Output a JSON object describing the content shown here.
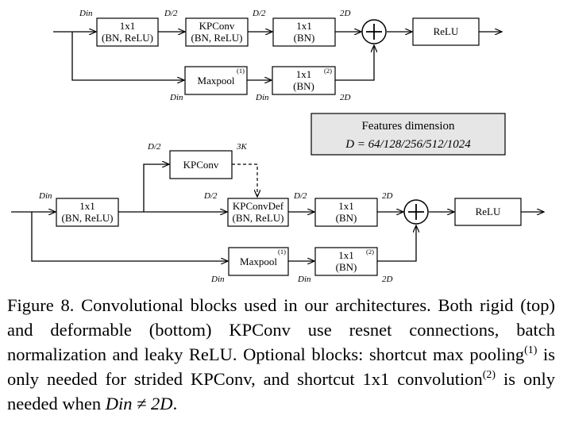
{
  "top": {
    "labels": {
      "d_in": "Din",
      "d_half_1": "D/2",
      "d_half_2": "D/2",
      "two_d": "2D",
      "d_in_short": "Din",
      "d_in_short2": "Din",
      "two_d_short": "2D"
    },
    "blocks": {
      "conv1_l1": "1x1",
      "conv1_l2": "(BN, ReLU)",
      "kpconv_l1": "KPConv",
      "kpconv_l2": "(BN, ReLU)",
      "conv2_l1": "1x1",
      "conv2_l2": "(BN)",
      "relu": "ReLU",
      "maxpool": "Maxpool",
      "maxpool_mark": "(1)",
      "sc_l1": "1x1",
      "sc_l2": "(BN)",
      "sc_mark": "(2)"
    }
  },
  "info": {
    "title": "Features dimension",
    "formula": "D = 64/128/256/512/1024"
  },
  "bottom": {
    "labels": {
      "d_in": "Din",
      "d_half_1": "D/2",
      "three_k": "3K",
      "d_half_2": "D/2",
      "d_half_3": "D/2",
      "two_d": "2D",
      "d_in_short": "Din",
      "d_in_short2": "Din",
      "two_d_short": "2D"
    },
    "blocks": {
      "conv1_l1": "1x1",
      "conv1_l2": "(BN, ReLU)",
      "kpconv": "KPConv",
      "kpdef_l1": "KPConvDef",
      "kpdef_l2": "(BN, ReLU)",
      "conv2_l1": "1x1",
      "conv2_l2": "(BN)",
      "relu": "ReLU",
      "maxpool": "Maxpool",
      "maxpool_mark": "(1)",
      "sc_l1": "1x1",
      "sc_l2": "(BN)",
      "sc_mark": "(2)"
    }
  },
  "caption": {
    "part1": "Figure 8. Convolutional blocks used in our architectures. Both rigid (top) and deformable (bottom) KPConv use resnet connections, batch normalization and leaky ReLU. Optional blocks: shortcut max pooling",
    "sup1": "(1)",
    "part2": " is only needed for strided KPConv, and shortcut 1x1 convolution",
    "sup2": "(2)",
    "part3": " is only needed when ",
    "math": "Din ≠ 2D",
    "part4": "."
  }
}
